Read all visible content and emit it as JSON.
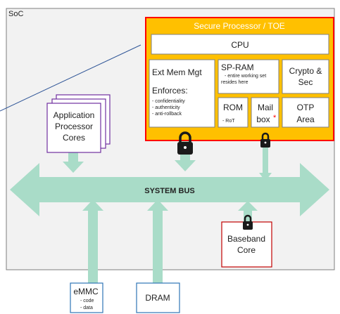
{
  "soc": {
    "label": "SoC"
  },
  "secure_processor": {
    "title": "Secure Processor / TOE",
    "cpu": "CPU",
    "ext_mem": {
      "title": "Ext Mem Mgt",
      "subtitle": "Enforces:",
      "items": [
        "- confidentiality",
        "- authenticity",
        "- anti-rollback"
      ]
    },
    "sp_ram": {
      "title": "SP-RAM",
      "notes": [
        "- entire working set",
        "resides here"
      ]
    },
    "crypto": {
      "line1": "Crypto &",
      "line2": "Sec"
    },
    "rom": {
      "title": "ROM",
      "note": "- RoT"
    },
    "mailbox": {
      "line1": "Mail",
      "line2": "box",
      "mark": "*"
    },
    "otp": {
      "line1": "OTP",
      "line2": "Area"
    }
  },
  "app_cores": {
    "line1": "Application",
    "line2": "Processor",
    "line3": "Cores"
  },
  "system_bus": {
    "label": "SYSTEM BUS"
  },
  "baseband": {
    "line1": "Baseband",
    "line2": "Core"
  },
  "emmc": {
    "title": "eMMC",
    "items": [
      "- code",
      "- data"
    ]
  },
  "dram": {
    "label": "DRAM"
  },
  "colors": {
    "toe_fill": "#ffc000",
    "toe_border": "#ff0000",
    "bus": "#a9dcc8",
    "app_border": "#7030a0",
    "baseband_border": "#c00000",
    "emmc_border": "#2e75b6",
    "soc_fill": "#f2f2f2",
    "lock": "#1a1a1a",
    "callout_line": "#2f5597"
  }
}
